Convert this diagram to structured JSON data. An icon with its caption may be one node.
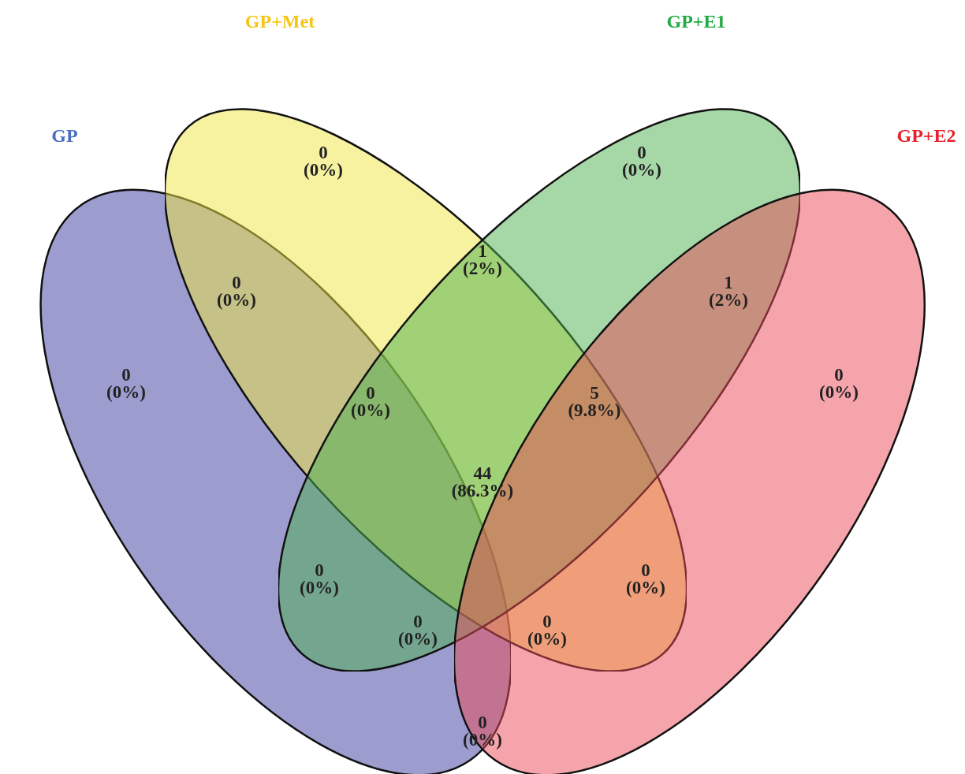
{
  "diagram": {
    "nodes": [
      {
        "text": [
          "GP"
        ]
      },
      {
        "text": [
          "GP+Met"
        ]
      },
      {
        "text": [
          "GP+E1"
        ]
      },
      {
        "text": [
          "GP+E2"
        ]
      }
    ],
    "labels": [
      "0 (0%)",
      "0 (0%)",
      "0 (0%)",
      "1 (2%)",
      "1 (2%)",
      "0 (0%)",
      "0 (0%)",
      "0 (0%)",
      "5 (9.8%)",
      "44 (86.3%)",
      "0 (0%)",
      "0 (0%)",
      "0 (0%)",
      "0 (0%)",
      "0 (0%)"
    ]
  }
}
